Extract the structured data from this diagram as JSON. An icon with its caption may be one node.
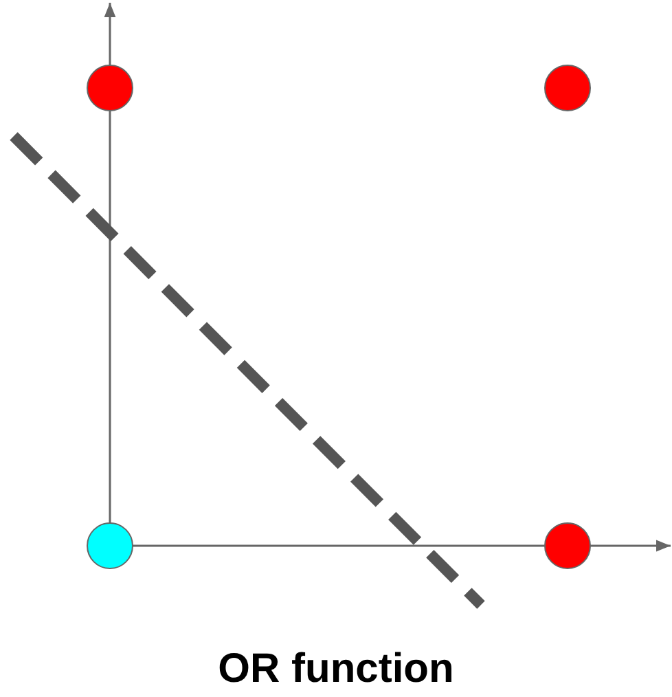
{
  "diagram": {
    "title": "OR function",
    "nodes": [
      {
        "text": [],
        "shape": "circle"
      },
      {
        "text": [],
        "shape": "circle"
      },
      {
        "text": [],
        "shape": "circle"
      },
      {
        "text": [],
        "shape": "circle"
      }
    ]
  }
}
